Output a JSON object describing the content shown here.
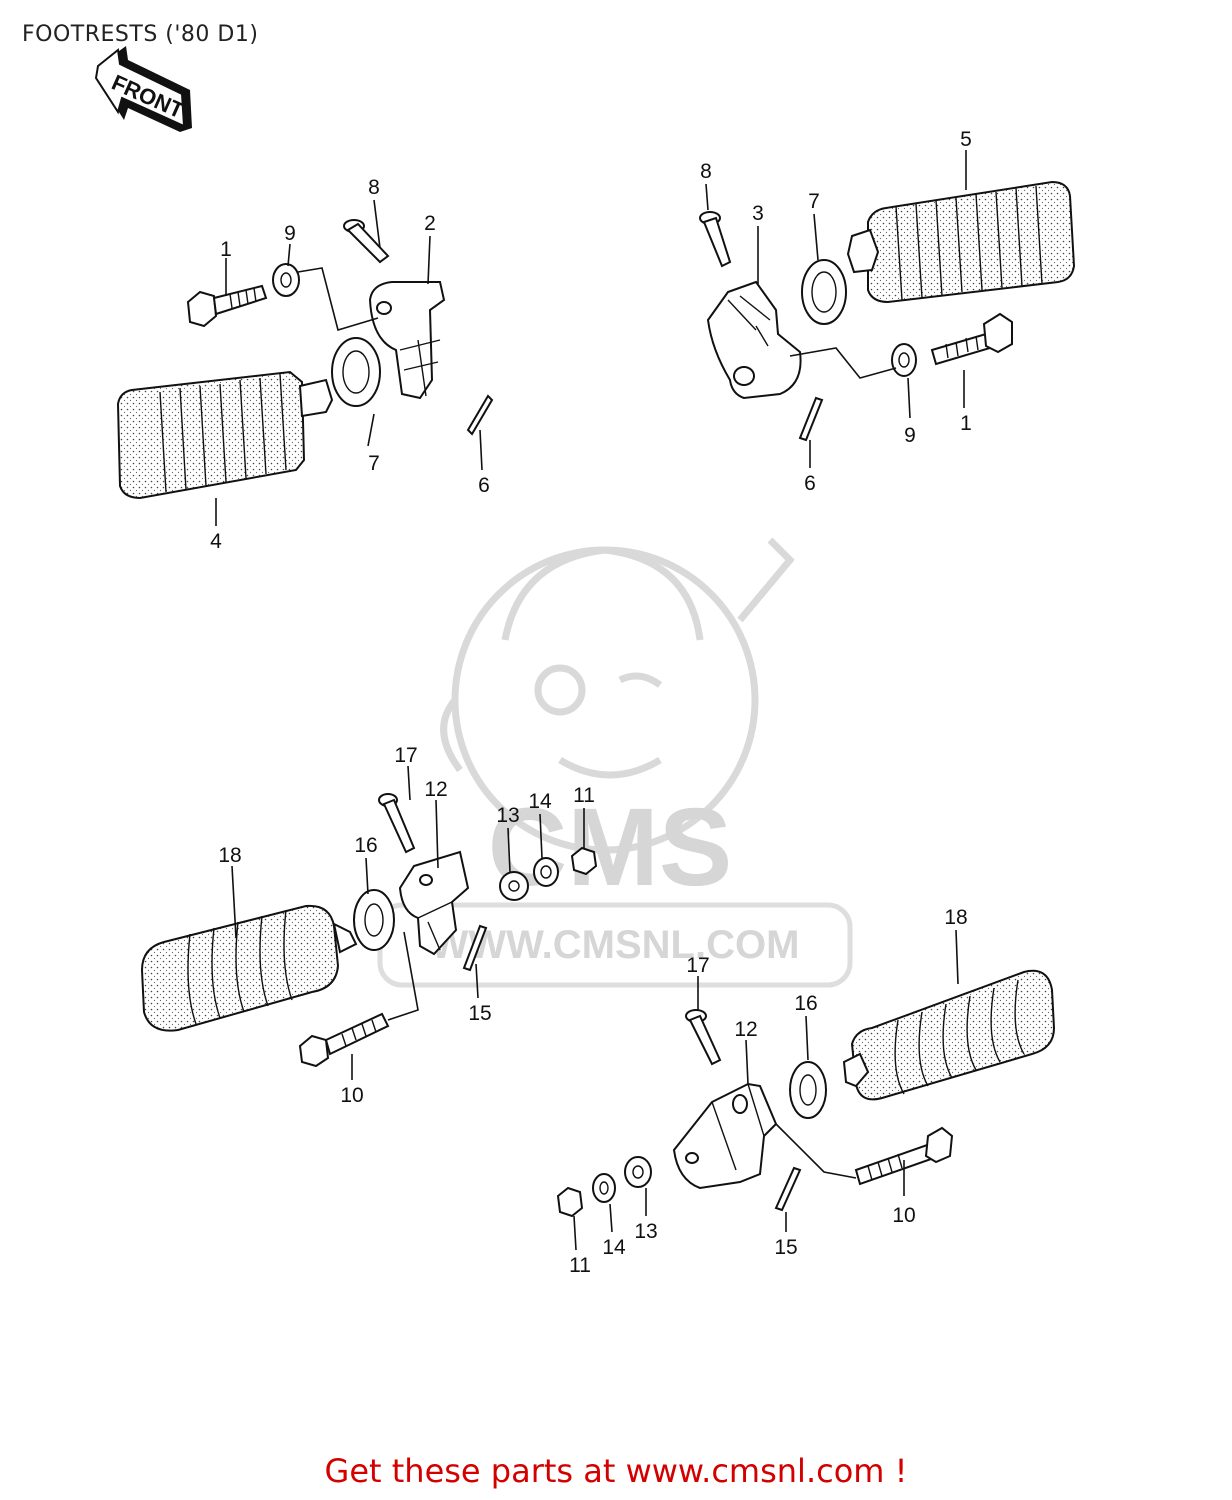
{
  "header": {
    "title": "FOOTRESTS ('80 D1)"
  },
  "orientation": {
    "label": "FRONT"
  },
  "watermark": {
    "brand": "CMS",
    "url": "WWW.CMSNL.COM"
  },
  "callouts": {
    "upper_left": {
      "c1": "1",
      "c2": "2",
      "c4": "4",
      "c6": "6",
      "c7": "7",
      "c8": "8",
      "c9": "9"
    },
    "upper_right": {
      "c1": "1",
      "c3": "3",
      "c5": "5",
      "c6": "6",
      "c7": "7",
      "c8": "8",
      "c9": "9"
    },
    "lower_left": {
      "c10": "10",
      "c11": "11",
      "c12": "12",
      "c13": "13",
      "c14": "14",
      "c15": "15",
      "c16": "16",
      "c17": "17",
      "c18": "18"
    },
    "lower_right": {
      "c10": "10",
      "c11": "11",
      "c12": "12",
      "c13": "13",
      "c14": "14",
      "c15": "15",
      "c16": "16",
      "c17": "17",
      "c18": "18"
    }
  },
  "footer": {
    "cta": "Get these parts at www.cmsnl.com !"
  },
  "colors": {
    "cta": "#d40000",
    "ink": "#111111",
    "watermark": "#d9d9d9"
  }
}
